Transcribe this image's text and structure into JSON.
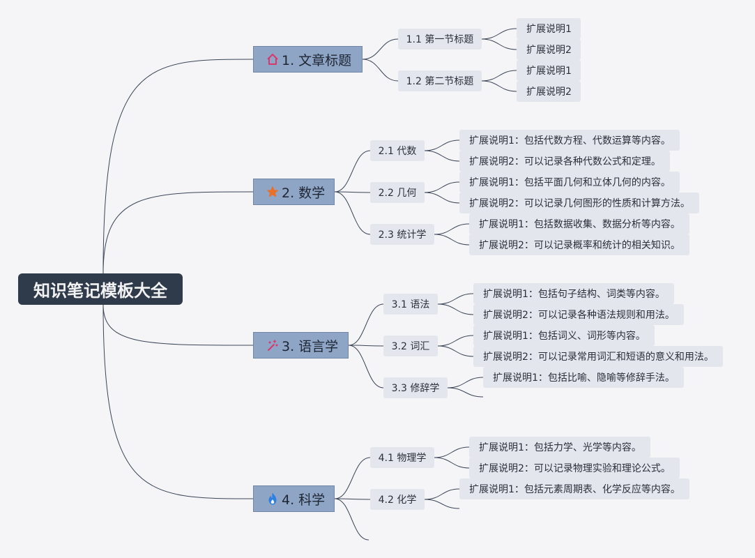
{
  "root": {
    "label": "知识笔记模板大全"
  },
  "branches": [
    {
      "label": "1. 文章标题",
      "icon": "home-icon",
      "icon_color": "#d9376e",
      "subs": [
        {
          "label": "1.1 第一节标题",
          "leaves": [
            "扩展说明1",
            "扩展说明2"
          ]
        },
        {
          "label": "1.2 第二节标题",
          "leaves": [
            "扩展说明1",
            "扩展说明2"
          ]
        }
      ]
    },
    {
      "label": "2. 数学",
      "icon": "star-icon",
      "icon_color": "#e8702a",
      "subs": [
        {
          "label": "2.1 代数",
          "leaves": [
            "扩展说明1：包括代数方程、代数运算等内容。",
            "扩展说明2：可以记录各种代数公式和定理。"
          ]
        },
        {
          "label": "2.2 几何",
          "leaves": [
            "扩展说明1：包括平面几何和立体几何的内容。",
            "扩展说明2：可以记录几何图形的性质和计算方法。"
          ]
        },
        {
          "label": "2.3 统计学",
          "leaves": [
            "扩展说明1：包括数据收集、数据分析等内容。",
            "扩展说明2：可以记录概率和统计的相关知识。"
          ]
        }
      ]
    },
    {
      "label": "3. 语言学",
      "icon": "magic-wand-icon",
      "icon_color": "#d9376e",
      "subs": [
        {
          "label": "3.1 语法",
          "leaves": [
            "扩展说明1：包括句子结构、词类等内容。",
            "扩展说明2：可以记录各种语法规则和用法。"
          ]
        },
        {
          "label": "3.2 词汇",
          "leaves": [
            "扩展说明1：包括词义、词形等内容。",
            "扩展说明2：可以记录常用词汇和短语的意义和用法。"
          ]
        },
        {
          "label": "3.3 修辞学",
          "leaves": [
            "扩展说明1：包括比喻、隐喻等修辞手法。"
          ]
        }
      ]
    },
    {
      "label": "4. 科学",
      "icon": "flame-icon",
      "icon_color": "#2f7fe0",
      "subs": [
        {
          "label": "4.1 物理学",
          "leaves": [
            "扩展说明1：包括力学、光学等内容。",
            "扩展说明2：可以记录物理实验和理论公式。"
          ]
        },
        {
          "label": "4.2 化学",
          "leaves": [
            "扩展说明1：包括元素周期表、化学反应等内容。"
          ]
        }
      ]
    }
  ]
}
